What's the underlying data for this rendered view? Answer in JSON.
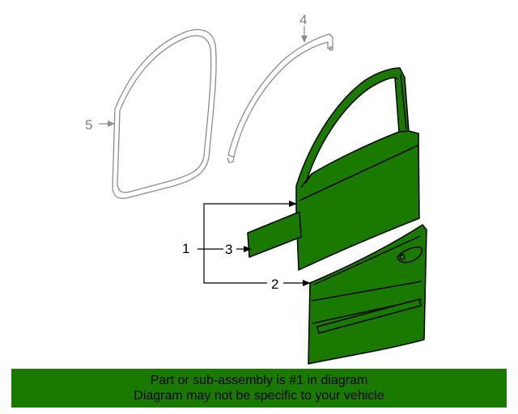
{
  "callouts": {
    "c1": "1",
    "c2": "2",
    "c3": "3",
    "c4": "4",
    "c5": "5"
  },
  "banner": {
    "line1": "Part or sub-assembly is #1 in diagram",
    "line2": "Diagram may not be specific to your vehicle"
  },
  "colors": {
    "part_fill": "#1a7a00",
    "banner_bg": "#1a7a00",
    "ghost_line": "#8c8c8c",
    "outline": "#000000"
  }
}
